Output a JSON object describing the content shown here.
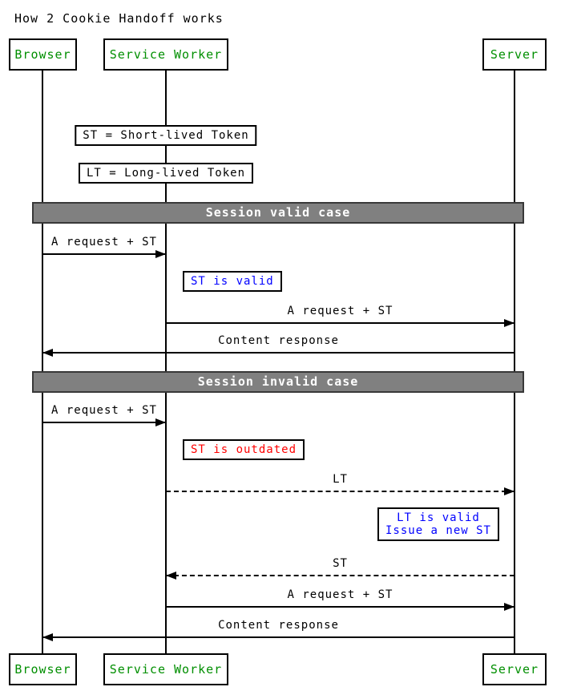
{
  "title": "How 2 Cookie Handoff works",
  "participants": [
    {
      "label": "Browser"
    },
    {
      "label": "Service Worker"
    },
    {
      "label": "Server"
    }
  ],
  "legend_notes": [
    {
      "text": "ST = Short-lived Token"
    },
    {
      "text": "LT = Long-lived Token"
    }
  ],
  "sections": [
    {
      "label": "Session valid case"
    },
    {
      "label": "Session invalid case"
    }
  ],
  "messages": [
    {
      "label": "A request + ST",
      "from": "Browser",
      "to": "Service Worker",
      "line": "solid"
    },
    {
      "label": "A request + ST",
      "from": "Service Worker",
      "to": "Server",
      "line": "solid"
    },
    {
      "label": "Content response",
      "from": "Server",
      "to": "Browser",
      "line": "solid"
    },
    {
      "label": "A request + ST",
      "from": "Browser",
      "to": "Service Worker",
      "line": "solid"
    },
    {
      "label": "LT",
      "from": "Service Worker",
      "to": "Server",
      "line": "dashed"
    },
    {
      "label": "ST",
      "from": "Server",
      "to": "Service Worker",
      "line": "dashed"
    },
    {
      "label": "A request + ST",
      "from": "Service Worker",
      "to": "Server",
      "line": "solid"
    },
    {
      "label": "Content response",
      "from": "Server",
      "to": "Browser",
      "line": "solid"
    }
  ],
  "notes": [
    {
      "text": "ST is valid",
      "color": "#0000ff"
    },
    {
      "text": "ST is outdated",
      "color": "#ff0000"
    },
    {
      "text": "LT is valid\nIssue a new ST",
      "color": "#0000ff"
    }
  ],
  "colors": {
    "participant_text": "#008f00",
    "info_note_text": "#0000ff",
    "error_note_text": "#ff0000",
    "divider_bg": "#808080",
    "divider_border": "#383838",
    "divider_text": "#ffffff",
    "line": "#000000"
  }
}
